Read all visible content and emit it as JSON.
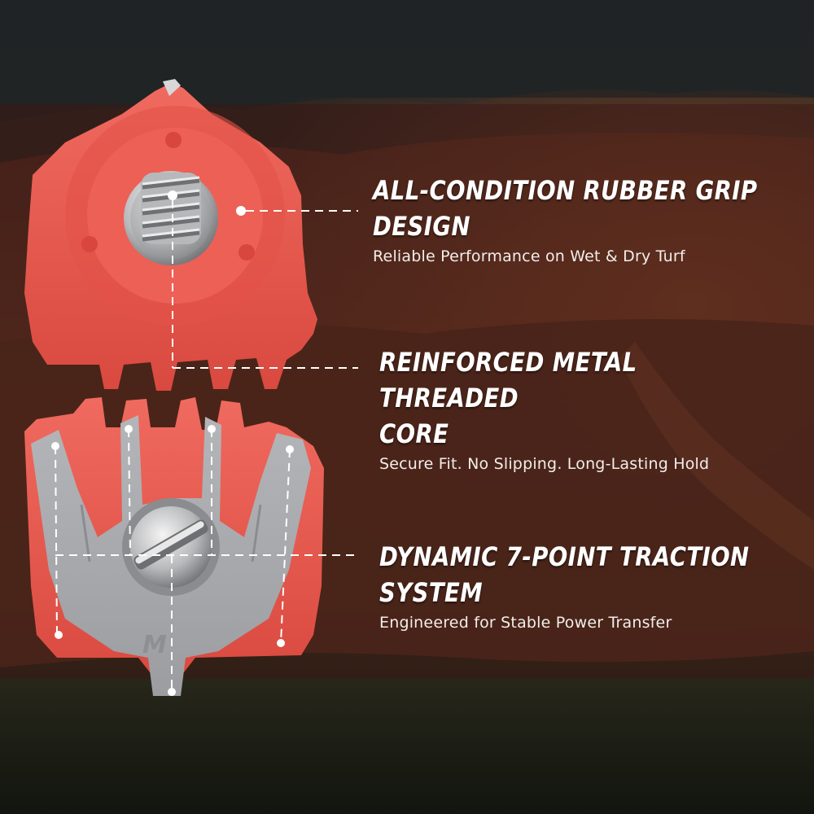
{
  "features": [
    {
      "title_line1": "ALL-CONDITION RUBBER GRIP",
      "title_line2": "DESIGN",
      "subtitle": "Reliable Performance on Wet & Dry Turf"
    },
    {
      "title_line1": "REINFORCED METAL THREADED",
      "title_line2": "CORE",
      "subtitle": "Secure Fit. No Slipping. Long-Lasting Hold"
    },
    {
      "title_line1": "DYNAMIC 7-POINT TRACTION",
      "title_line2": "SYSTEM",
      "subtitle": "Engineered for Stable Power Transfer"
    }
  ],
  "colors": {
    "cleat_red": "#e9574d",
    "cleat_gray": "#a9aaae",
    "metal": "#c9cacc",
    "text": "#ffffff",
    "callout_line": "#ffffff"
  }
}
